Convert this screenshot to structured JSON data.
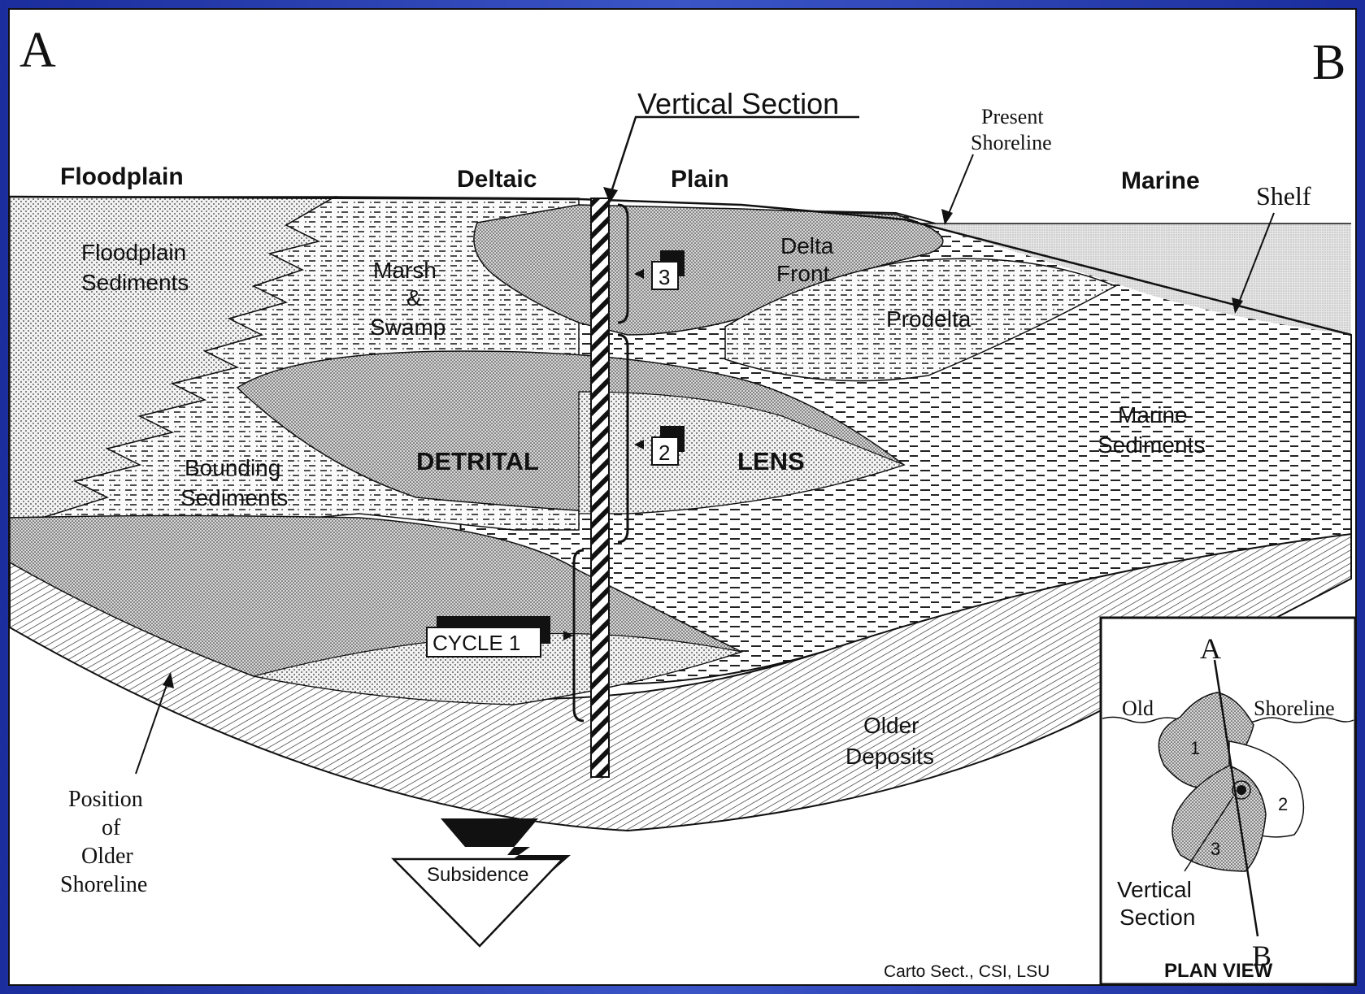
{
  "corners": {
    "left": "A",
    "right": "B"
  },
  "header": {
    "vertical_section": "Vertical Section",
    "present_shoreline_1": "Present",
    "present_shoreline_2": "Shoreline",
    "floodplain": "Floodplain",
    "deltaic": "Deltaic",
    "plain": "Plain",
    "marine": "Marine",
    "shelf": "Shelf"
  },
  "units": {
    "floodplain_1": "Floodplain",
    "floodplain_2": "Sediments",
    "marsh_1": "Marsh",
    "marsh_2": "&",
    "marsh_3": "Swamp",
    "delta_front_1": "Delta",
    "delta_front_2": "Front",
    "prodelta": "Prodelta",
    "marine_1": "Marine",
    "marine_2": "Sediments",
    "bounding_1": "Bounding",
    "bounding_2": "Sediments",
    "detrital": "DETRITAL",
    "lens": "LENS",
    "older_1": "Older",
    "older_2": "Deposits"
  },
  "cycles": {
    "c3": "3",
    "c2": "2",
    "c1": "CYCLE 1"
  },
  "position_shoreline": [
    "Position",
    "of",
    "Older",
    "Shoreline"
  ],
  "subsidence": "Subsidence",
  "credit": "Carto Sect., CSI, LSU",
  "inset": {
    "a": "A",
    "b": "B",
    "old": "Old",
    "shoreline": "Shoreline",
    "lobe1": "1",
    "lobe2": "2",
    "lobe3": "3",
    "vs_1": "Vertical",
    "vs_2": "Section",
    "title": "PLAN VIEW"
  }
}
